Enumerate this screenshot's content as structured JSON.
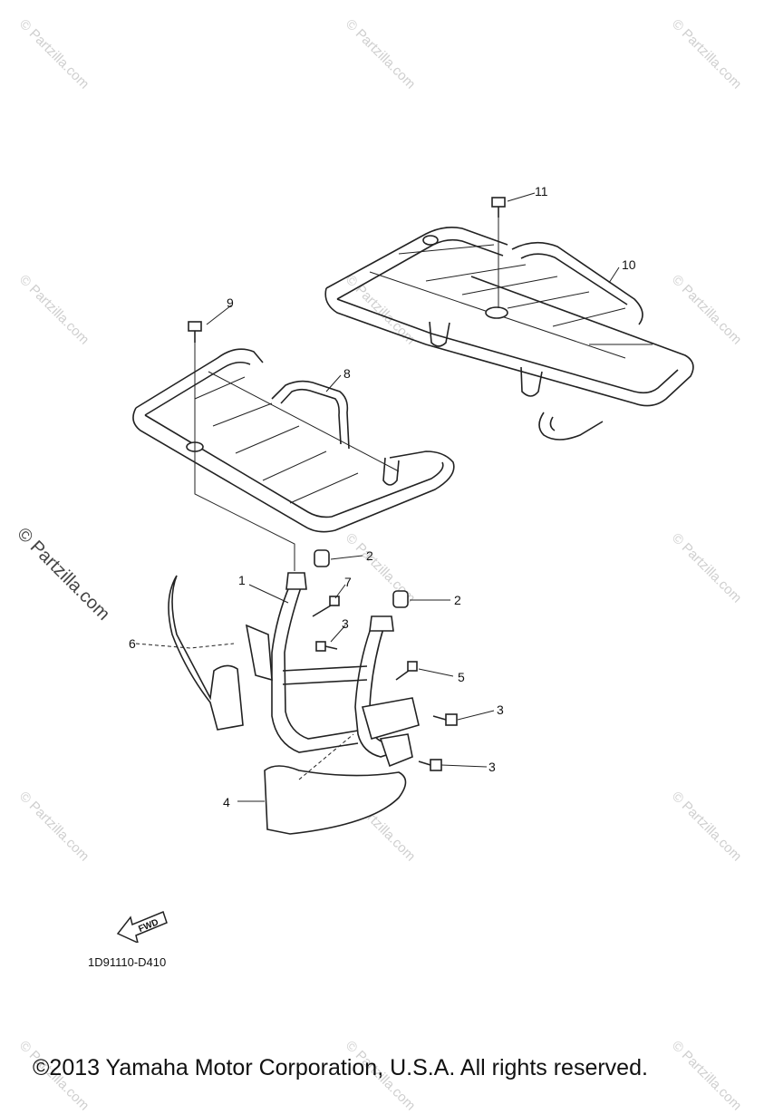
{
  "watermark": "© Partzilla.com",
  "callouts": [
    "1",
    "2",
    "2",
    "3",
    "3",
    "3",
    "4",
    "5",
    "6",
    "7",
    "8",
    "9",
    "10",
    "11"
  ],
  "diagram_code": "1D91110-D410",
  "fwd_label": "FWD",
  "copyright": "©2013 Yamaha Motor Corporation, U.S.A. All rights reserved."
}
